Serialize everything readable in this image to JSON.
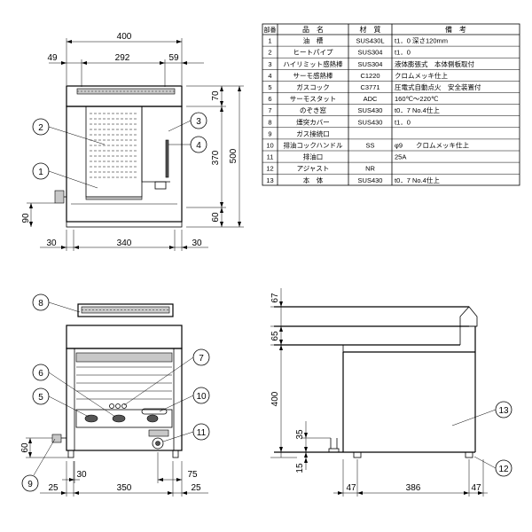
{
  "table": {
    "headers": [
      "部番",
      "品　名",
      "材　質",
      "備　考"
    ],
    "rows": [
      {
        "no": "1",
        "name": "油　槽",
        "material": "SUS430L",
        "remarks": "t1．0 深さ120mm"
      },
      {
        "no": "2",
        "name": "ヒートパイプ",
        "material": "SUS304",
        "remarks": "t1．0"
      },
      {
        "no": "3",
        "name": "ハイリミット感熱棒",
        "material": "SUS304",
        "remarks": "液体膨張式　本体側板取付"
      },
      {
        "no": "4",
        "name": "サーモ感熱棒",
        "material": "C1220",
        "remarks": "クロムメッキ仕上"
      },
      {
        "no": "5",
        "name": "ガスコック",
        "material": "C3771",
        "remarks": "圧電式自動点火　安全装置付"
      },
      {
        "no": "6",
        "name": "サーモスタット",
        "material": "ADC",
        "remarks": "160℃〜220℃"
      },
      {
        "no": "7",
        "name": "のぞき窓",
        "material": "SUS430",
        "remarks": "t0．7 No.4仕上"
      },
      {
        "no": "8",
        "name": "煙突カバー",
        "material": "SUS430",
        "remarks": "t1．0"
      },
      {
        "no": "9",
        "name": "ガス接続口",
        "material": "",
        "remarks": ""
      },
      {
        "no": "10",
        "name": "排油コックハンドル",
        "material": "SS",
        "remarks": "φ9　　クロムメッキ仕上"
      },
      {
        "no": "11",
        "name": "排油口",
        "material": "",
        "remarks": "25A"
      },
      {
        "no": "12",
        "name": "アジャスト",
        "material": "NR",
        "remarks": ""
      },
      {
        "no": "13",
        "name": "本　体",
        "material": "SUS430",
        "remarks": "t0．7 No.4仕上"
      }
    ]
  },
  "dimensions": {
    "front_width": "400",
    "front_left": "49",
    "front_middle": "292",
    "front_right": "59",
    "front_top_part": "70",
    "front_mid_part": "370",
    "front_total_height": "500",
    "front_bottom_part": "60",
    "front_gas_height": "90",
    "front_base_left": "30",
    "front_base_middle": "340",
    "front_base_right": "30",
    "rear_gas_height": "60",
    "rear_left": "25",
    "rear_offset": "30",
    "rear_middle": "350",
    "rear_right_offset": "75",
    "rear_right": "25",
    "side_top": "67",
    "side_top2": "65",
    "side_body": "400",
    "side_drain": "35",
    "side_foot": "15",
    "side_left": "47",
    "side_middle": "386",
    "side_right": "47"
  },
  "callouts": [
    "1",
    "2",
    "3",
    "4",
    "5",
    "6",
    "7",
    "8",
    "9",
    "10",
    "11",
    "12",
    "13"
  ]
}
